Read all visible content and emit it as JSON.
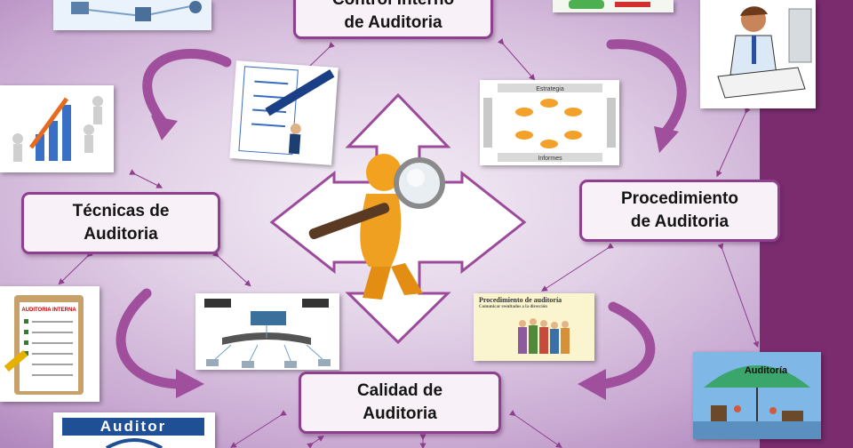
{
  "title_box": {
    "line1": "Control Interno",
    "line2": "de Auditoria"
  },
  "boxes": {
    "tecnicas": {
      "line1": "Técnicas  de",
      "line2": "Auditoria"
    },
    "procedimiento": {
      "line1": "Procedimiento",
      "line2": "de Auditoria"
    },
    "calidad": {
      "line1": "Calidad  de",
      "line2": "Auditoria"
    }
  },
  "images": {
    "procedimiento_card": {
      "title": "Procedimiento de auditoría",
      "subtitle": "Comunicar resultados a la dirección"
    },
    "auditoria_umbrella": {
      "label": "Auditoría"
    },
    "auditor_banner": {
      "label": "Auditor"
    },
    "checklist": {
      "label": "AUDITORIA INTERNA"
    },
    "strategy_chart": {
      "top": "Estrategia",
      "bottom": "Informes"
    }
  },
  "colors": {
    "accent": "#8e3f8d",
    "arrow_purple": "#a04f9c",
    "figure": "#f0a020"
  }
}
